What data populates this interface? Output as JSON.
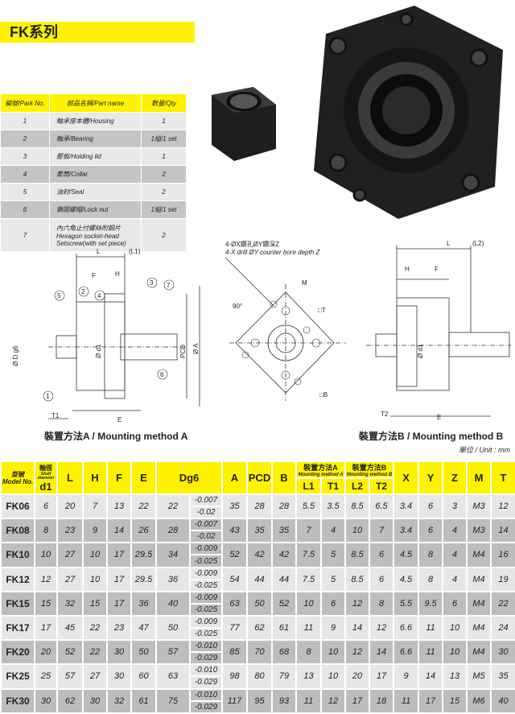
{
  "title": "FK系列",
  "parts_table": {
    "headers": [
      "編號/Park No.",
      "部品名稱/Part name",
      "數量/Qty"
    ],
    "rows": [
      {
        "no": "1",
        "name": "軸承座本體/Housing",
        "qty": "1"
      },
      {
        "no": "2",
        "name": "軸承/Bearing",
        "qty": "1組/1 set"
      },
      {
        "no": "3",
        "name": "壓板/Holding lid",
        "qty": "1"
      },
      {
        "no": "4",
        "name": "套筒/Collar",
        "qty": "2"
      },
      {
        "no": "5",
        "name": "油封/Seal",
        "qty": "2"
      },
      {
        "no": "6",
        "name": "鎖固螺帽/Lock nut",
        "qty": "1組/1 set"
      },
      {
        "no": "7",
        "name": "內六角止付螺絲附鋼片 Hexagon socket-head Setscrew(with set piece)",
        "qty": "2"
      }
    ]
  },
  "drawing_a": {
    "L": "L",
    "L1": "(L1)",
    "F": "F",
    "H": "H",
    "T1": "T1",
    "E": "E",
    "D": "Ø D g6",
    "d1": "Ø d1",
    "PCD": "PCD",
    "A": "Ø A",
    "callouts": [
      "1",
      "2",
      "3",
      "4",
      "5",
      "6",
      "7"
    ],
    "caption": "裝置方法A / Mounting method A"
  },
  "drawing_front": {
    "note1": "4-ØX鑽孔ØY鑽深Z",
    "note2": "4-X drill ØY counter bore depth Z",
    "M": "M",
    "angle": "90°",
    "T": "□T",
    "B": "□B"
  },
  "drawing_b": {
    "L": "L",
    "L2": "(L2)",
    "H": "H",
    "F": "F",
    "T2": "T2",
    "E": "E",
    "d1": "Ø d1",
    "caption": "裝置方法B / Mounting method B"
  },
  "unit": "單位 / Unit : mm",
  "spec_table": {
    "headers": {
      "model": "型號 Model No.",
      "d1_cn": "軸徑",
      "d1_en": "Shaft diameter",
      "d1": "d1",
      "L": "L",
      "H": "H",
      "F": "F",
      "E": "E",
      "Dg6": "Dg6",
      "A": "A",
      "PCD": "PCD",
      "B": "B",
      "ma": "裝置方法A",
      "ma_en": "Mounting method A",
      "mb": "裝置方法B",
      "mb_en": "Mounting method B",
      "L1": "L1",
      "T1": "T1",
      "L2": "L2",
      "T2": "T2",
      "X": "X",
      "Y": "Y",
      "Z": "Z",
      "M": "M",
      "T": "T"
    },
    "rows": [
      [
        "FK06",
        "6",
        "20",
        "7",
        "13",
        "22",
        "22",
        "-0.007",
        "-0.02",
        "35",
        "28",
        "28",
        "5.5",
        "3.5",
        "8.5",
        "6.5",
        "3.4",
        "6",
        "3",
        "M3",
        "12"
      ],
      [
        "FK08",
        "8",
        "23",
        "9",
        "14",
        "26",
        "28",
        "-0.007",
        "-0.02",
        "43",
        "35",
        "35",
        "7",
        "4",
        "10",
        "7",
        "3.4",
        "6",
        "4",
        "M3",
        "14"
      ],
      [
        "FK10",
        "10",
        "27",
        "10",
        "17",
        "29.5",
        "34",
        "-0.009",
        "-0.025",
        "52",
        "42",
        "42",
        "7.5",
        "5",
        "8.5",
        "6",
        "4.5",
        "8",
        "4",
        "M4",
        "16"
      ],
      [
        "FK12",
        "12",
        "27",
        "10",
        "17",
        "29.5",
        "36",
        "-0.009",
        "-0.025",
        "54",
        "44",
        "44",
        "7.5",
        "5",
        "8.5",
        "6",
        "4.5",
        "8",
        "4",
        "M4",
        "19"
      ],
      [
        "FK15",
        "15",
        "32",
        "15",
        "17",
        "36",
        "40",
        "-0.009",
        "-0.025",
        "63",
        "50",
        "52",
        "10",
        "6",
        "12",
        "8",
        "5.5",
        "9.5",
        "6",
        "M4",
        "22"
      ],
      [
        "FK17",
        "17",
        "45",
        "22",
        "23",
        "47",
        "50",
        "-0.009",
        "-0.025",
        "77",
        "62",
        "61",
        "11",
        "9",
        "14",
        "12",
        "6.6",
        "11",
        "10",
        "M4",
        "24"
      ],
      [
        "FK20",
        "20",
        "52",
        "22",
        "30",
        "50",
        "57",
        "-0.010",
        "-0.029",
        "85",
        "70",
        "68",
        "8",
        "10",
        "12",
        "14",
        "6.6",
        "11",
        "10",
        "M4",
        "30"
      ],
      [
        "FK25",
        "25",
        "57",
        "27",
        "30",
        "60",
        "63",
        "-0.010",
        "-0.029",
        "98",
        "80",
        "79",
        "13",
        "10",
        "20",
        "17",
        "9",
        "14",
        "13",
        "M5",
        "35"
      ],
      [
        "FK30",
        "30",
        "62",
        "30",
        "32",
        "61",
        "75",
        "-0.010",
        "-0.029",
        "117",
        "95",
        "93",
        "11",
        "12",
        "17",
        "18",
        "11",
        "17",
        "15",
        "M6",
        "40"
      ]
    ],
    "shading": [
      "l",
      "d",
      "d",
      "l",
      "d",
      "l",
      "d",
      "l",
      "d"
    ]
  }
}
